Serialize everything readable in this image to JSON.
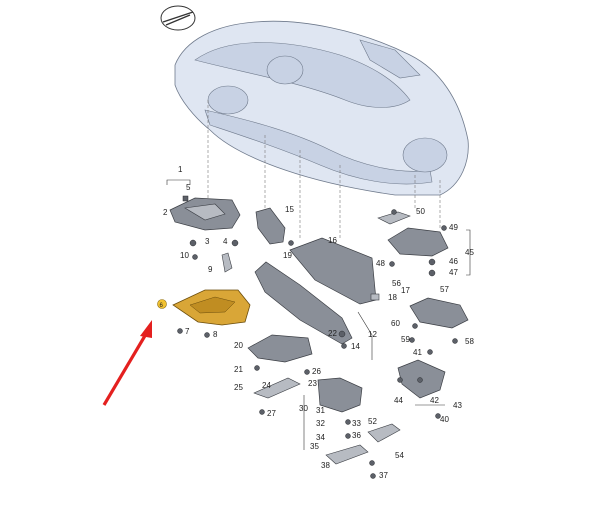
{
  "diagram": {
    "callouts": [
      "1",
      "2",
      "3",
      "4",
      "5",
      "6",
      "7",
      "8",
      "9",
      "10",
      "12",
      "14",
      "15",
      "16",
      "17",
      "18",
      "19",
      "20",
      "21",
      "22",
      "23",
      "24",
      "25",
      "26",
      "27",
      "30",
      "31",
      "32",
      "33",
      "34",
      "35",
      "36",
      "37",
      "38",
      "40",
      "41",
      "42",
      "43",
      "44",
      "45",
      "46",
      "47",
      "48",
      "49",
      "50",
      "52",
      "54",
      "56",
      "57",
      "58",
      "59",
      "60"
    ],
    "highlighted_part": "6",
    "colors": {
      "highlight": "#d9a637",
      "arrow": "#e4201f",
      "car_body": "#dfe6f2"
    }
  }
}
